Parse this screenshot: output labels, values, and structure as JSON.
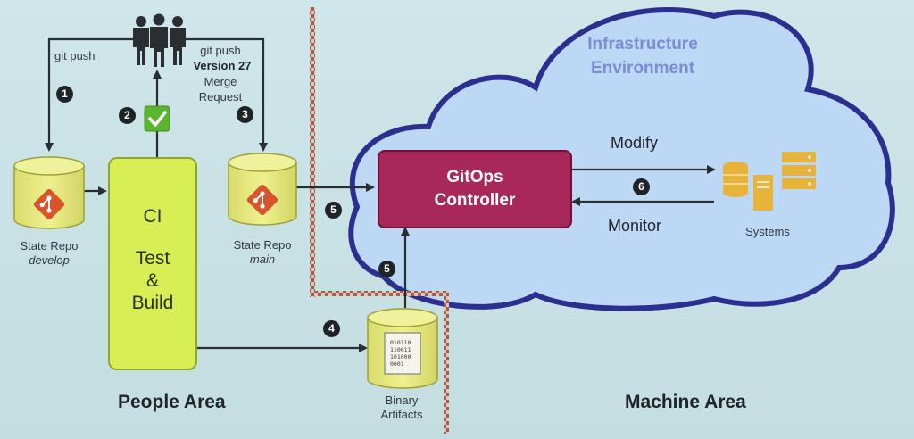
{
  "labels": {
    "git_push_left": "git push",
    "git_push_right": "git push",
    "version": "Version 27",
    "merge": "Merge",
    "request": "Request",
    "state_repo_develop_line1": "State Repo",
    "state_repo_develop_line2": "develop",
    "state_repo_main_line1": "State Repo",
    "state_repo_main_line2": "main",
    "ci_line1": "CI",
    "ci_line2": "Test",
    "ci_line3": "&",
    "ci_line4": "Build",
    "binary_line1": "Binary",
    "binary_line2": "Artifacts",
    "binary_bits": [
      "010110",
      "110011",
      "101000",
      "0001"
    ],
    "gitops_line1": "GitOps",
    "gitops_line2": "Controller",
    "cloud_title_line1": "Infrastructure",
    "cloud_title_line2": "Environment",
    "modify": "Modify",
    "monitor": "Monitor",
    "systems": "Systems",
    "people_area": "People Area",
    "machine_area": "Machine Area"
  },
  "steps": {
    "s1": "❶",
    "s2": "❷",
    "s3": "❸",
    "s4": "❹",
    "s5a": "❺",
    "s5b": "❺",
    "s6": "❻"
  },
  "colors": {
    "ci_fill": "#d8ee55",
    "gitops_fill": "#a8285a",
    "cloud_fill": "#bcd8f4",
    "cloud_border": "#2c2f8f",
    "repo_fill": "#e2e57a",
    "git_logo": "#d9532c",
    "check": "#5cb531",
    "brick": "#a1604d",
    "systems": "#e7b33a"
  },
  "icons": {
    "people": "people-group-icon",
    "check": "checkmark-icon",
    "git": "git-logo-icon",
    "server": "server-stack-icon",
    "database": "database-icon",
    "binary_file": "binary-file-icon"
  }
}
